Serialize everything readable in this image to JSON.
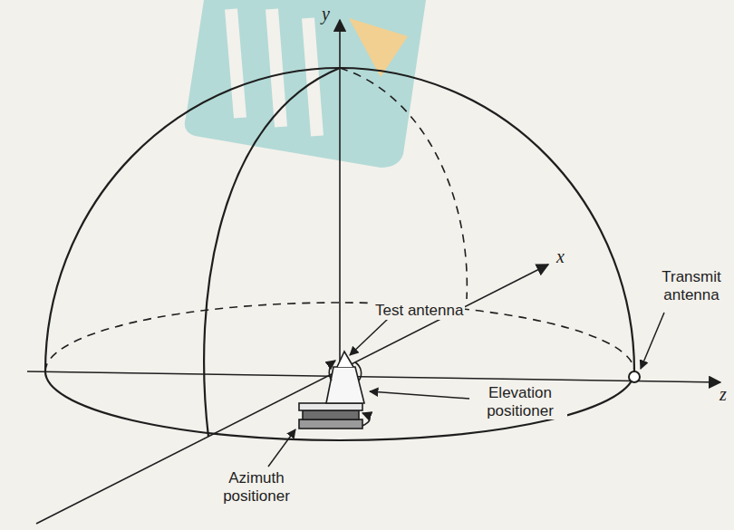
{
  "diagram": {
    "labels": [
      "y",
      "x",
      "z",
      "Test antenna",
      "Transmit antenna",
      "Elevation positioner",
      "Azimuth positioner"
    ]
  }
}
